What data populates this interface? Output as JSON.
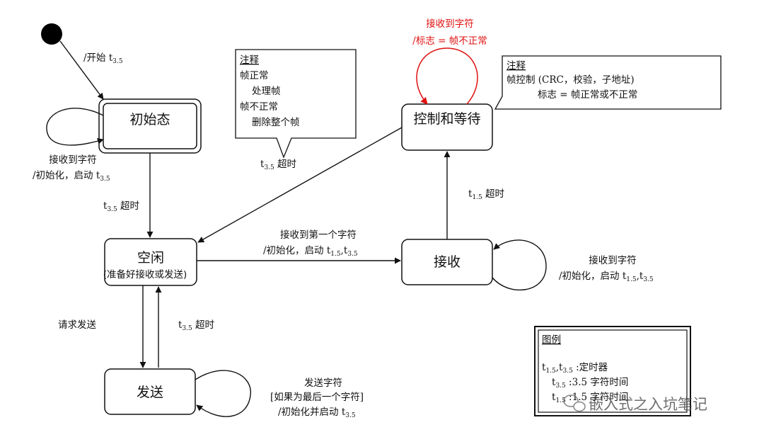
{
  "states": {
    "initial": "初始态",
    "idle": "空闲",
    "idle_sub": "(准备好接收或发送)",
    "send": "发送",
    "receive": "接收",
    "control_wait": "控制和等待"
  },
  "transitions": {
    "start": "/开始 t",
    "start_sub": "3.5",
    "initial_self_1": "接收到字符",
    "initial_self_2": "/初始化，启动 t",
    "initial_self_2_sub": "3.5",
    "initial_to_idle": " 超时",
    "initial_to_idle_t": "t",
    "initial_to_idle_sub": "3.5",
    "idle_to_receive_1": "接收到第一个字符",
    "idle_to_receive_2": "/初始化，启动 t",
    "idle_to_receive_2_sub1": "1.5",
    "idle_to_receive_2_mid": ",t",
    "idle_to_receive_2_sub2": "3.5",
    "receive_self_1": "接收到字符",
    "receive_self_2": "/初始化，启动 t",
    "receive_self_2_sub1": "1.5",
    "receive_self_2_mid": ",t",
    "receive_self_2_sub2": "3.5",
    "receive_to_control": " 超时",
    "receive_to_control_t": "t",
    "receive_to_control_sub": "1.5",
    "control_self_1": "接收到字符",
    "control_self_2": "/标志 = 帧不正常",
    "idle_to_send": "请求发送",
    "send_to_idle": " 超时",
    "send_to_idle_t": "t",
    "send_to_idle_sub": "3.5",
    "send_self_1": "发送字符",
    "send_self_2": "[如果为最后一个字符]",
    "send_self_3": "/初始化并启动 t",
    "send_self_3_sub": "3.5",
    "control_to_idle": " 超时",
    "control_to_idle_t": "t",
    "control_to_idle_sub": "3.5"
  },
  "note_left": {
    "title": "注释",
    "line1": "帧正常",
    "line2": "处理帧",
    "line3": "帧不正常",
    "line4": "删除整个帧"
  },
  "note_right": {
    "title": "注释",
    "line1": "帧控制 (CRC，校验，子地址)",
    "line2": "标志 = 帧正常或不正常"
  },
  "legend": {
    "title": "图例",
    "line1_t": "t",
    "line1_s1": "1.5",
    "line1_mid": ",t",
    "line1_s2": "3.5",
    "line1_rest": " :定时器",
    "line2_t": "t",
    "line2_s": "3.5",
    "line2_rest": " :3.5 字符时间",
    "line3_t": "t",
    "line3_s": "1.5",
    "line3_rest": " :1.5 字符时间"
  },
  "watermark": "嵌入式之入坑笔记",
  "colors": {
    "line": "#111111",
    "highlight": "#e01010",
    "background": "#ffffff"
  }
}
